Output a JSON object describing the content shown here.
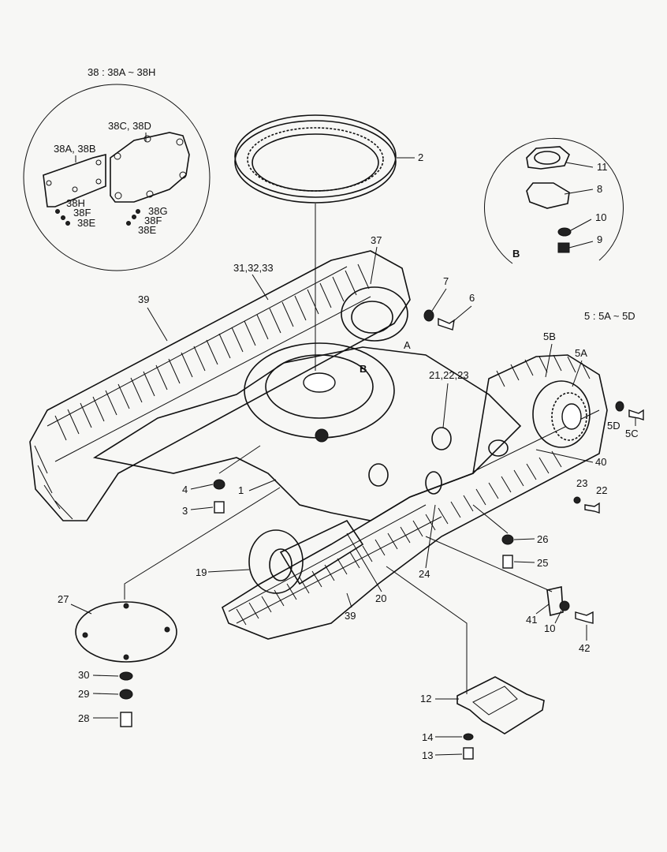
{
  "callouts": {
    "group38": "38 : 38A ~ 38H",
    "group5": "5 : 5A ~ 5D",
    "l38cd": "38C, 38D",
    "l38ab": "38A, 38B",
    "l38h": "38H",
    "l38f_a": "38F",
    "l38e_a": "38E",
    "l38g": "38G",
    "l38f_b": "38F",
    "l38e_b": "38E",
    "l2": "2",
    "l11": "11",
    "l8": "8",
    "l10a": "10",
    "l9": "9",
    "lB_detail": "B",
    "l37": "37",
    "l31": "31,32,33",
    "l39a": "39",
    "l7": "7",
    "l6": "6",
    "lA": "A",
    "lB": "B",
    "l5B": "5B",
    "l5A": "5A",
    "l21": "21,22,23",
    "l5D": "5D",
    "l5C": "5C",
    "l40": "40",
    "l23": "23",
    "l22": "22",
    "l4": "4",
    "l1": "1",
    "l3": "3",
    "l26": "26",
    "l25": "25",
    "l19": "19",
    "l24": "24",
    "l20": "20",
    "l27": "27",
    "l39b": "39",
    "l41": "41",
    "l10b": "10",
    "l42": "42",
    "l30": "30",
    "l29": "29",
    "l28": "28",
    "l12": "12",
    "l14": "14",
    "l13": "13"
  }
}
